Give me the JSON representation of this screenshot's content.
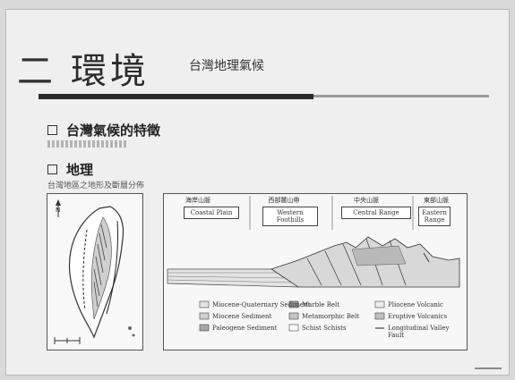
{
  "header": {
    "number": "二",
    "title": "環境",
    "subtitle": "台灣地理氣候"
  },
  "bullets": [
    {
      "label": "台灣氣候的特徵",
      "note": "(faint illegible text)"
    },
    {
      "label": "地理",
      "note": "台灣地區之地形及斷層分佈"
    }
  ],
  "figure": {
    "map_north": "N",
    "zone_heads": [
      "海岸山脈",
      "西部麓山帶",
      "中央山脈",
      "東部山脈"
    ],
    "zone_boxes": [
      "Coastal Plain",
      "Western Foothills",
      "Central Range",
      "Eastern Range"
    ],
    "legend": [
      "Miocene-Quaternary Sediment",
      "Miocene Sediment",
      "Paleogene Sediment",
      "Marble Belt",
      "Metamorphic Belt",
      "Schist Schists",
      "Pliocene Volcanic",
      "Eruptive Volcanics",
      "Longitudinal Valley Fault"
    ]
  },
  "colors": {
    "rule_dark": "#2a2a2a",
    "rule_light": "#9a9a9a",
    "page_bg": "#efefef"
  }
}
